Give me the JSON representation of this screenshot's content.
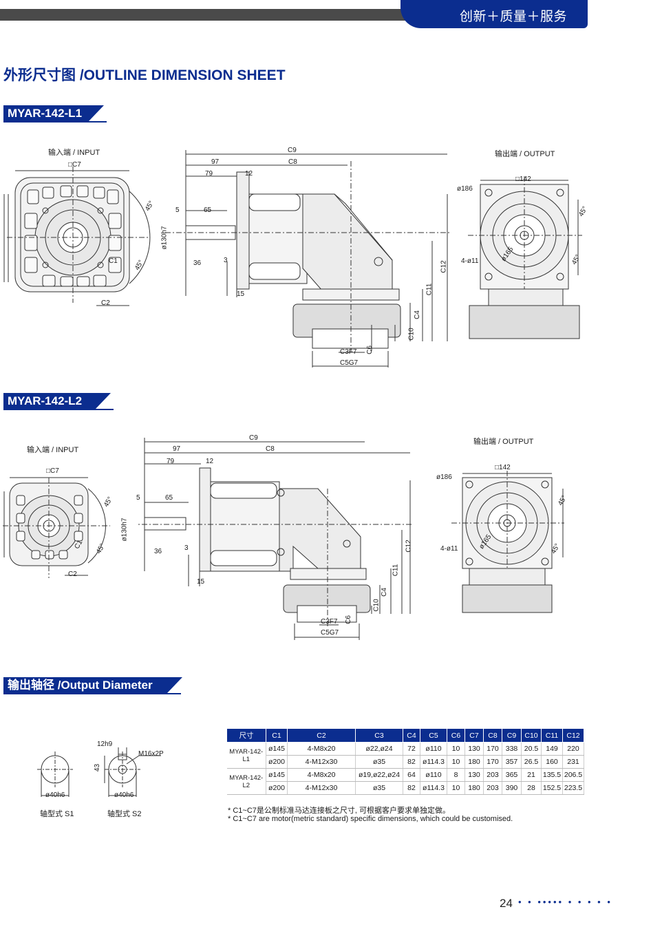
{
  "header": {
    "slogan": "创新＋质量＋服务"
  },
  "title": "外形尺寸图 /OUTLINE DIMENSION SHEET",
  "models": [
    {
      "name": "MYAR-142-L1",
      "input_label": "输入端 / INPUT",
      "output_label": "输出端 / OUTPUT",
      "input_dims": {
        "c7": "□C7",
        "c1": "C1",
        "c2": "C2",
        "a1": "45°",
        "a2": "45°"
      },
      "side_dims": {
        "c9": "C9",
        "d97": "97",
        "c8": "C8",
        "d79": "79",
        "d12": "12",
        "d5": "5",
        "d65": "65",
        "d130": "ø130h7",
        "d36": "36",
        "d3": "3",
        "d15": "15",
        "c12": "C12",
        "c11": "C11",
        "c4": "C4",
        "c10": "C10",
        "c6": "C6",
        "c3": "C3F7",
        "c5": "C5G7"
      },
      "output_dims": {
        "sq": "□142",
        "d186": "ø186",
        "holes": "4-ø11",
        "d165": "ø165",
        "a1": "45°",
        "a2": "45°"
      }
    },
    {
      "name": "MYAR-142-L2",
      "input_label": "输入端 / INPUT",
      "output_label": "输出端 / OUTPUT",
      "input_dims": {
        "c7": "□C7",
        "c1": "C1",
        "c2": "C2",
        "a1": "45°",
        "a2": "45°"
      },
      "side_dims": {
        "c9": "C9",
        "d97": "97",
        "c8": "C8",
        "d79": "79",
        "d12": "12",
        "d5": "5",
        "d65": "65",
        "d130": "ø130h7",
        "d36": "36",
        "d3": "3",
        "d15": "15",
        "c12": "C12",
        "c11": "C11",
        "c4": "C4",
        "c10": "C10",
        "c6": "C6",
        "c3": "C3F7",
        "c5": "C5G7"
      },
      "output_dims": {
        "sq": "□142",
        "d186": "ø186",
        "holes": "4-ø11",
        "d165": "ø165",
        "a1": "45°",
        "a2": "45°"
      }
    }
  ],
  "output_section": {
    "title": "输出轴径 /Output Diameter",
    "s1": {
      "dia": "ø40h6",
      "caption": "轴型式  S1"
    },
    "s2": {
      "key": "12h9",
      "h": "43",
      "thread": "M16x2P",
      "dia": "ø40h6",
      "caption": "轴型式  S2"
    }
  },
  "table": {
    "headers": [
      "尺寸",
      "C1",
      "C2",
      "C3",
      "C4",
      "C5",
      "C6",
      "C7",
      "C8",
      "C9",
      "C10",
      "C11",
      "C12"
    ],
    "rows": [
      [
        "MYAR-142-L1",
        "ø145",
        "4-M8x20",
        "ø22,ø24",
        "72",
        "ø110",
        "10",
        "130",
        "170",
        "338",
        "20.5",
        "149",
        "220"
      ],
      [
        "",
        "ø200",
        "4-M12x30",
        "ø35",
        "82",
        "ø114.3",
        "10",
        "180",
        "170",
        "357",
        "26.5",
        "160",
        "231"
      ],
      [
        "MYAR-142-L2",
        "ø145",
        "4-M8x20",
        "ø19,ø22,ø24",
        "64",
        "ø110",
        "8",
        "130",
        "203",
        "365",
        "21",
        "135.5",
        "206.5"
      ],
      [
        "",
        "ø200",
        "4-M12x30",
        "ø35",
        "82",
        "ø114.3",
        "10",
        "180",
        "203",
        "390",
        "28",
        "152.5",
        "223.5"
      ]
    ]
  },
  "notes": [
    "* C1~C7是公制标准马达连接板之尺寸, 可根据客户要求单独定做。",
    "* C1~C7 are motor(metric standard) specific dimensions, which could be customised."
  ],
  "footer": {
    "page": "24",
    "dots": "• • ••••• • • • • •"
  },
  "colors": {
    "brand": "#0b2d8f",
    "bar": "#4a4a4a"
  }
}
